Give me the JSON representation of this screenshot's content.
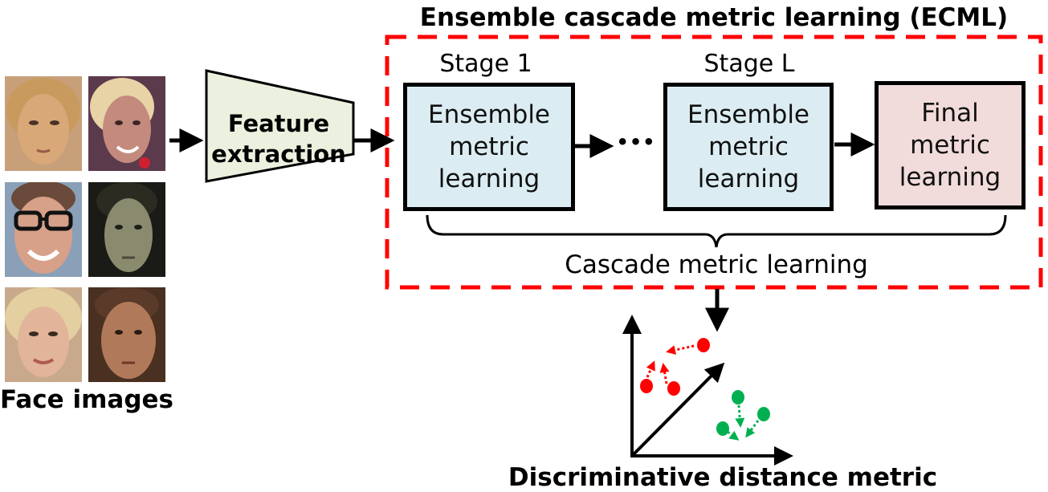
{
  "title": "Ensemble cascade metric learning (ECML)",
  "face_images_label": "Face images",
  "feature_extraction": {
    "line1": "Feature",
    "line2": "extraction"
  },
  "stages": [
    {
      "label": "Stage 1",
      "box": {
        "line1": "Ensemble",
        "line2": "metric",
        "line3": "learning"
      }
    },
    {
      "label": "Stage L",
      "box": {
        "line1": "Ensemble",
        "line2": "metric",
        "line3": "learning"
      }
    }
  ],
  "final_box": {
    "line1": "Final",
    "line2": "metric",
    "line3": "learning"
  },
  "ellipsis": "•••",
  "cascade_label": "Cascade metric learning",
  "metric_label": "Discriminative distance metric",
  "faces": [
    {
      "id": "face-1",
      "skin": "#d9a878",
      "hair": "#c99a5e",
      "bg": "#c7a07a"
    },
    {
      "id": "face-2",
      "skin": "#c48a7e",
      "hair": "#e7d3a6",
      "bg": "#5b3a4c"
    },
    {
      "id": "face-3",
      "skin": "#d7a088",
      "hair": "#6a4a3a",
      "bg": "#8aa0b8"
    },
    {
      "id": "face-4",
      "skin": "#8a8a6e",
      "hair": "#2b2b22",
      "bg": "#1a1a16"
    },
    {
      "id": "face-5",
      "skin": "#e2b49a",
      "hair": "#e3cfa0",
      "bg": "#c9a98b"
    },
    {
      "id": "face-6",
      "skin": "#b07a5a",
      "hair": "#5a3a28",
      "bg": "#4a3020"
    }
  ],
  "colors": {
    "dashed_frame": "#ff0000",
    "ensemble_box": "#dbedf3",
    "final_box": "#f2dcdb",
    "feature_trapezoid": "#ebf1de",
    "red_points": "#ff0000",
    "green_points": "#00b050"
  }
}
